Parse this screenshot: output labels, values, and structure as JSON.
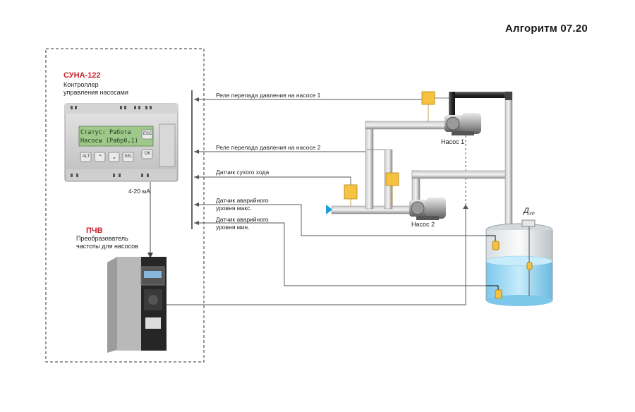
{
  "header": {
    "title": "Алгоритм 07.20"
  },
  "controller": {
    "model": "СУНА-122",
    "desc_line1": "Контроллер",
    "desc_line2": "управления насосами",
    "lcd_line1": "Статус: Работа",
    "lcd_line2": "Насосы (Рабр0,1)",
    "keys": [
      "ALT",
      "⌃",
      "⌄",
      "SEL",
      "OK",
      "ESC"
    ]
  },
  "signal_current": "4-20 мА",
  "vfd": {
    "model": "ПЧВ",
    "desc_line1": "Преобразователь",
    "desc_line2": "частоты для насосов"
  },
  "signals": [
    {
      "line1": "Реле перепада давления на насосе 1",
      "line2": ""
    },
    {
      "line1": "Реле перепада давления на насосе 2",
      "line2": ""
    },
    {
      "line1": "Датчик сухого хода",
      "line2": ""
    },
    {
      "line1": "Датчик аварийного",
      "line2": "уровня макс."
    },
    {
      "line1": "Датчик аварийного",
      "line2": "уровня мин."
    }
  ],
  "pumps": {
    "pump1": "Насос 1",
    "pump2": "Насос 2"
  },
  "sensor_label": "Д",
  "sensor_sub": "УР",
  "colors": {
    "relay_yellow": "#f5c242",
    "water": "#a9dcf2",
    "accent_red": "#c8202a",
    "inlet_arrow": "#1e9fd8",
    "wire": "#555555"
  }
}
